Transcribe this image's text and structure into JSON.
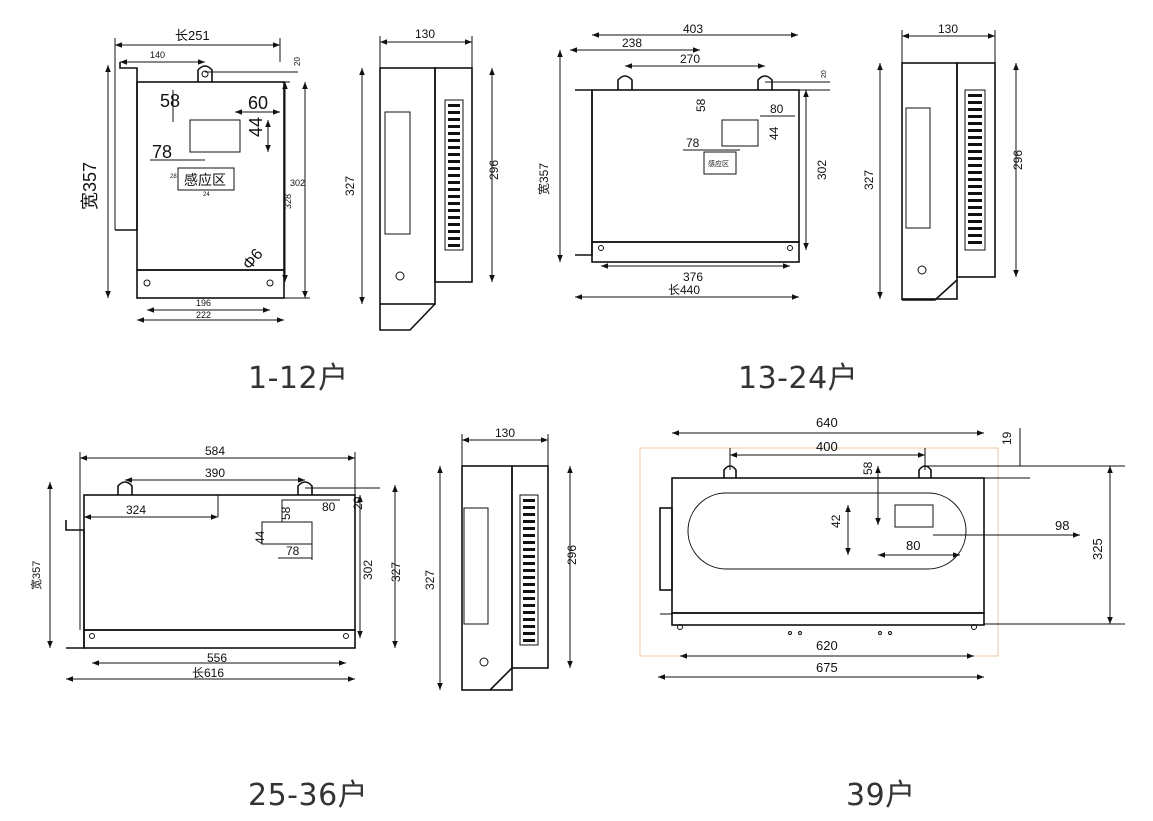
{
  "captions": {
    "g1": "1-12户",
    "g2": "13-24户",
    "g3": "25-36户",
    "g4": "39户"
  },
  "front1": {
    "len": "长251",
    "d140": "140",
    "d20": "20",
    "d58": "58",
    "d60": "60",
    "d44": "44",
    "d78": "78",
    "wid": "宽357",
    "d302": "302",
    "d328": "328",
    "sensor": "感应区",
    "dia": "Φ6",
    "d196": "196",
    "d222": "222",
    "s28": "28",
    "s24": "24"
  },
  "side1": {
    "w": "130",
    "h327": "327",
    "h296": "296"
  },
  "front2": {
    "d403": "403",
    "d238": "238",
    "d270": "270",
    "d20": "20",
    "d58": "58",
    "d80": "80",
    "d44": "44",
    "d78": "78",
    "wid": "宽357",
    "d302": "302",
    "sensor": "感应区",
    "d376": "376",
    "len": "长440"
  },
  "side2": {
    "w": "130",
    "h327": "327",
    "h296": "296"
  },
  "front3": {
    "d584": "584",
    "d390": "390",
    "d324": "324",
    "d58": "58",
    "d80": "80",
    "d20": "20",
    "d44": "44",
    "d78": "78",
    "wid": "宽357",
    "d302": "302",
    "d327": "327",
    "d556": "556",
    "len": "长616"
  },
  "side3": {
    "w": "130",
    "h327": "327",
    "h296": "296"
  },
  "front4": {
    "d640": "640",
    "d400": "400",
    "d19": "19",
    "d58": "58",
    "d42": "42",
    "d80": "80",
    "d98": "98",
    "d325": "325",
    "d620": "620",
    "d675": "675"
  }
}
